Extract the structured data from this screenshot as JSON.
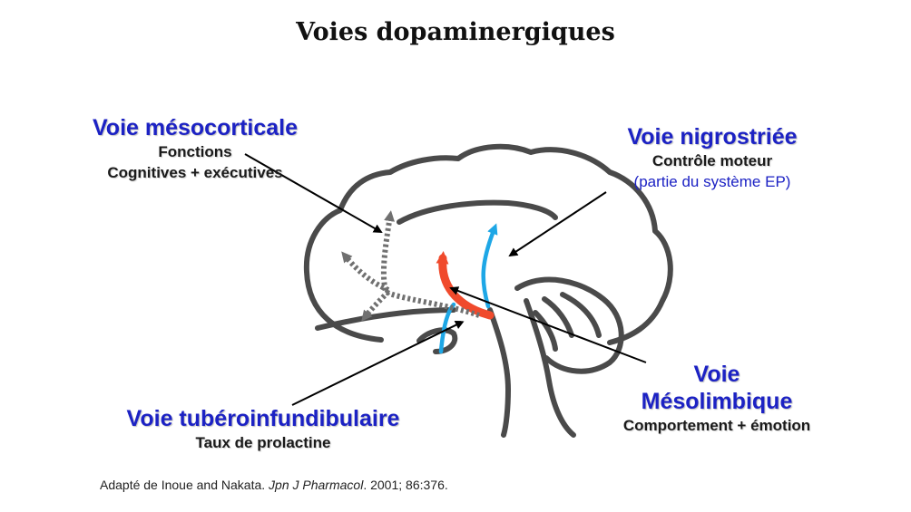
{
  "title": "Voies dopaminergiques",
  "labels": {
    "mesocortical": {
      "name": "Voie mésocorticale",
      "line1": "Fonctions",
      "line2": "Cognitives + exécutives"
    },
    "nigrostriatal": {
      "name": "Voie nigrostriée",
      "line1": "Contrôle moteur",
      "line2": "(partie du système EP)"
    },
    "mesolimbic": {
      "name1": "Voie",
      "name2": "Mésolimbique",
      "line1": "Comportement + émotion"
    },
    "tuberoinfundibular": {
      "name": "Voie tubéroinfundibulaire",
      "line1": "Taux de prolactine"
    }
  },
  "citation": {
    "prefix": "Adapté de  Inoue and Nakata. ",
    "journal": "Jpn J Pharmacol",
    "suffix": ". 2001; 86:376."
  },
  "colors": {
    "label_blue": "#1c22c4",
    "brain_outline": "#4a4a4a",
    "mesolimbic_arrow": "#f04a2c",
    "nigrostriatal_arrow": "#1ea7e6",
    "mesocortical_arrow": "#707070"
  }
}
